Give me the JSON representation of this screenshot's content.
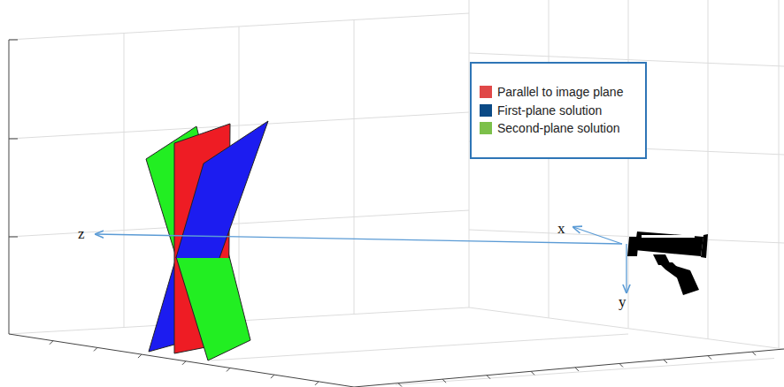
{
  "diagram": {
    "labels": [
      "z",
      "x",
      "y"
    ],
    "legend": [
      {
        "text": "Parallel to image plane",
        "color": "#e04848"
      },
      {
        "text": "First-plane solution",
        "color": "#0b4a86"
      },
      {
        "text": "Second-plane solution",
        "color": "#7cc04a"
      }
    ]
  }
}
